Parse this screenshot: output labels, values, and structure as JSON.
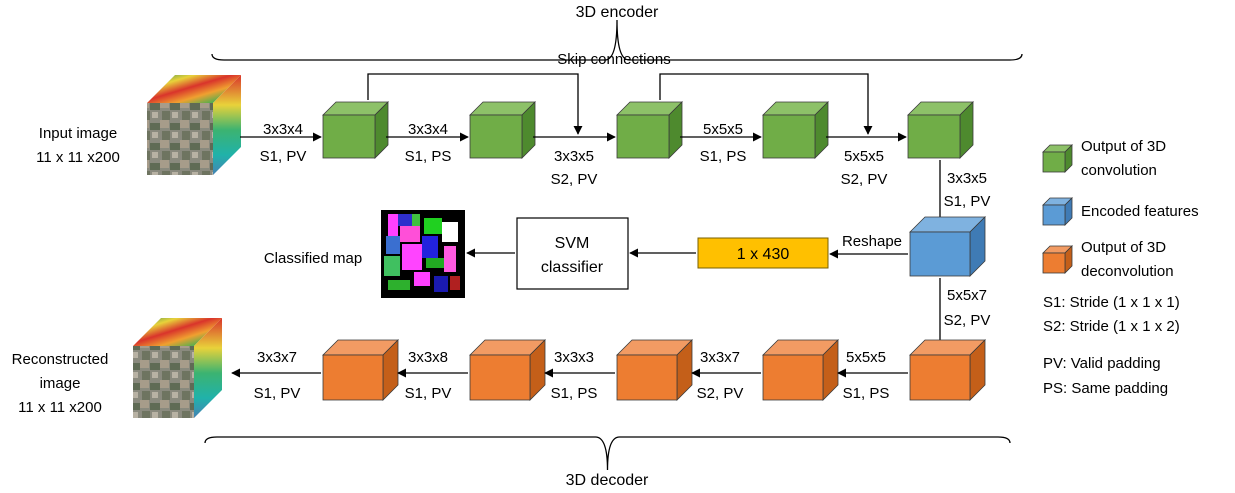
{
  "encoder_title": "3D encoder",
  "decoder_title": "3D decoder",
  "skip_label": "Skip connections",
  "input_image": {
    "line1": "Input image",
    "line2": "11 x 11 x200"
  },
  "reconstructed_image": {
    "line1": "Reconstructed",
    "line2": "image",
    "line3": "11 x 11 x200"
  },
  "encoder_ops": [
    {
      "kernel": "3x3x4",
      "params": "S1, PV"
    },
    {
      "kernel": "3x3x4",
      "params": "S1, PS"
    },
    {
      "kernel": "3x3x5",
      "params": "S2, PV"
    },
    {
      "kernel": "5x5x5",
      "params": "S1, PS"
    },
    {
      "kernel": "5x5x5",
      "params": "S2, PV"
    }
  ],
  "bottleneck_op": {
    "kernel": "3x3x5",
    "params": "S1, PV"
  },
  "first_deconv_op": {
    "kernel": "5x5x7",
    "params": "S2, PV"
  },
  "decoder_ops": [
    {
      "kernel": "5x5x5",
      "params": "S1, PS"
    },
    {
      "kernel": "3x3x7",
      "params": "S2, PV"
    },
    {
      "kernel": "3x3x3",
      "params": "S1, PS"
    },
    {
      "kernel": "3x3x8",
      "params": "S1, PV"
    },
    {
      "kernel": "3x3x7",
      "params": "S1, PV"
    }
  ],
  "reshape_label": "Reshape",
  "feature_box_label": "1 x 430",
  "svm": {
    "line1": "SVM",
    "line2": "classifier"
  },
  "classified_map_label": "Classified map",
  "legend": {
    "green": {
      "line1": "Output of 3D",
      "line2": "convolution"
    },
    "blue": {
      "line1": "Encoded features"
    },
    "orange": {
      "line1": "Output of 3D",
      "line2": "deconvolution"
    },
    "notes": [
      "S1: Stride (1 x 1 x 1)",
      "S2: Stride (1 x 1 x 2)",
      "PV: Valid padding",
      "PS: Same padding"
    ]
  },
  "colors": {
    "green_front": "#70AD47",
    "green_top": "#8DC168",
    "green_side": "#4E8A2E",
    "blue_front": "#5B9BD5",
    "blue_top": "#7FB2E0",
    "blue_side": "#3F7BB5",
    "orange_front": "#ED7D31",
    "orange_top": "#F29B63",
    "orange_side": "#C45F19",
    "feature_box": "#FFC000",
    "outline": "#3A3A3A"
  }
}
